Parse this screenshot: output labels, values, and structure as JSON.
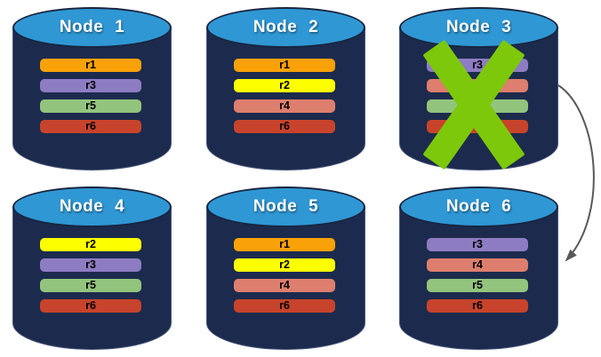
{
  "diagram": {
    "description": "Six database node cylinders with replica bars; Node 3 is crossed out and an arrow points from Node 3 to Node 6",
    "nodes": [
      {
        "label": "Node 1",
        "failed": false,
        "replicas": [
          {
            "label": "r1",
            "color": "#F9A108"
          },
          {
            "label": "r3",
            "color": "#8E7CC3"
          },
          {
            "label": "r5",
            "color": "#93C47D"
          },
          {
            "label": "r6",
            "color": "#C8432B"
          }
        ]
      },
      {
        "label": "Node 2",
        "failed": false,
        "replicas": [
          {
            "label": "r1",
            "color": "#F9A108"
          },
          {
            "label": "r2",
            "color": "#FDFF00"
          },
          {
            "label": "r4",
            "color": "#DE7E6E"
          },
          {
            "label": "r6",
            "color": "#C8432B"
          }
        ]
      },
      {
        "label": "Node 3",
        "failed": true,
        "replicas": [
          {
            "label": "r3",
            "color": "#8E7CC3"
          },
          {
            "label": "",
            "color": "#DE7E6E"
          },
          {
            "label": "",
            "color": "#93C47D"
          },
          {
            "label": "",
            "color": "#C8432B"
          }
        ]
      },
      {
        "label": "Node 4",
        "failed": false,
        "replicas": [
          {
            "label": "r2",
            "color": "#FDFF00"
          },
          {
            "label": "r3",
            "color": "#8E7CC3"
          },
          {
            "label": "r5",
            "color": "#93C47D"
          },
          {
            "label": "r6",
            "color": "#C8432B"
          }
        ]
      },
      {
        "label": "Node 5",
        "failed": false,
        "replicas": [
          {
            "label": "r1",
            "color": "#F9A108"
          },
          {
            "label": "r2",
            "color": "#FDFF00"
          },
          {
            "label": "r4",
            "color": "#DE7E6E"
          },
          {
            "label": "r6",
            "color": "#C8432B"
          }
        ]
      },
      {
        "label": "Node 6",
        "failed": false,
        "replicas": [
          {
            "label": "r3",
            "color": "#8E7CC3"
          },
          {
            "label": "r4",
            "color": "#DE7E6E"
          },
          {
            "label": "r5",
            "color": "#93C47D"
          },
          {
            "label": "r6",
            "color": "#C8432B"
          }
        ]
      }
    ],
    "failure_mark": {
      "node": "Node 3",
      "color": "#7DC80A"
    },
    "arrow": {
      "from": "Node 3",
      "to": "Node 6",
      "color": "#595959"
    },
    "colors": {
      "cylinder_body": "#1C2B4D",
      "cylinder_top": "#2F97D4",
      "cylinder_top_border": "#18253F",
      "background": "#FFFFFF"
    }
  }
}
